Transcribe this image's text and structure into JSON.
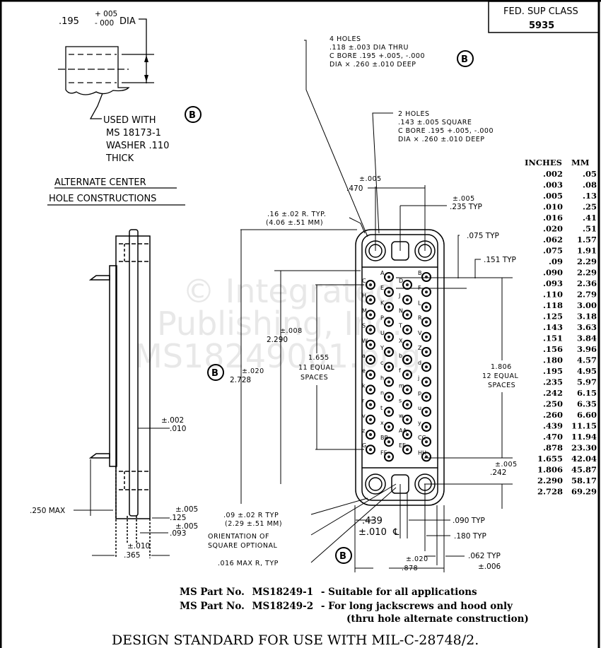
{
  "title_block": {
    "label": "FED. SUP CLASS",
    "value": "5935"
  },
  "watermark": {
    "line1": "© Integrated",
    "line2": "Publishing, Inc.",
    "line3": "MS18249001.png"
  },
  "alternate_detail": {
    "dia_value": ".195",
    "dia_plus": "+ 005",
    "dia_minus": "- 000",
    "dia_suffix": "DIA",
    "note_lines": [
      "USED WITH",
      "MS 18173-1",
      "WASHER .110",
      "THICK"
    ],
    "revision_marker": "B",
    "heading_line1": "ALTERNATE CENTER",
    "heading_line2": "HOLE CONSTRUCTIONS"
  },
  "callouts": {
    "four_holes": [
      "4 HOLES",
      ".118 ±.003 DIA THRU",
      "C BORE .195 +.005, -.000",
      "DIA × .260 ±.010 DEEP"
    ],
    "four_holes_rev": "B",
    "two_holes": [
      "2 HOLES",
      ".143 ±.005 SQUARE",
      "C BORE .195 +.005, -.000",
      "DIA × .260 ±.010 DEEP"
    ],
    "corner_radius": [
      ".16 ±.02 R. TYP.",
      "(4.06 ±.51 MM)"
    ],
    "dim_470_tol": "±.005",
    "dim_470": ".470",
    "dim_235_tol": "±.005",
    "dim_235": ".235 TYP",
    "dim_075": ".075 TYP",
    "dim_151": ".151 TYP",
    "dim_2290_tol": "±.008",
    "dim_2290": "2.290",
    "dim_2728_tol": "±.020",
    "dim_2728": "2.728",
    "dim_2728_rev": "B",
    "dim_1655": [
      "1.655",
      "11 EQUAL",
      "SPACES"
    ],
    "dim_1806": [
      "1.806",
      "12 EQUAL",
      "SPACES"
    ],
    "dim_242_tol": "±.005",
    "dim_242": ".242",
    "small_radius": [
      ".09 ±.02 R TYP",
      "(2.29 ±.51 MM)"
    ],
    "orientation_note": [
      "ORIENTATION OF",
      "SQUARE OPTIONAL"
    ],
    "max_radius": ".016 MAX R, TYP",
    "dim_439": ".439",
    "dim_439_tol": "±.010",
    "centerline_symbol": "℄",
    "dim_090": ".090 TYP",
    "dim_180": ".180 TYP",
    "dim_878_tol": "±.020",
    "dim_878": ".878",
    "dim_062": ".062 TYP",
    "dim_062_tol": "±.006",
    "bottom_rev": "B"
  },
  "side_view": {
    "dim_010_tol": "±.002",
    "dim_010": ".010",
    "dim_250": ".250 MAX",
    "dim_125_tol": "±.005",
    "dim_125": ".125",
    "dim_093_tol": "±.005",
    "dim_093": ".093",
    "dim_365_tol": "±.010",
    "dim_365": ".365"
  },
  "contact_labels": {
    "col_left": [
      "C",
      "H",
      "M",
      "S",
      "W",
      "a",
      "e",
      "k",
      "r",
      "v",
      "z",
      "G"
    ],
    "col_mid_a": [
      "A",
      "E",
      "K",
      "P",
      "U",
      "Y",
      "c",
      "h",
      "n",
      "t",
      "x",
      "BB",
      "FF"
    ],
    "col_mid_b": [
      "D",
      "J",
      "N",
      "T",
      "X",
      "b",
      "f",
      "m",
      "s",
      "w",
      "AA",
      "EE"
    ],
    "col_right": [
      "B",
      "F",
      "L",
      "R",
      "V",
      "Z",
      "d",
      "j",
      "p",
      "u",
      "y",
      "CC",
      "HH"
    ]
  },
  "conversion_table": {
    "headers": [
      "INCHES",
      "MM"
    ],
    "rows": [
      [
        ".002",
        ".05"
      ],
      [
        ".003",
        ".08"
      ],
      [
        ".005",
        ".13"
      ],
      [
        ".010",
        ".25"
      ],
      [
        ".016",
        ".41"
      ],
      [
        ".020",
        ".51"
      ],
      [
        ".062",
        "1.57"
      ],
      [
        ".075",
        "1.91"
      ],
      [
        ".09",
        "2.29"
      ],
      [
        ".090",
        "2.29"
      ],
      [
        ".093",
        "2.36"
      ],
      [
        ".110",
        "2.79"
      ],
      [
        ".118",
        "3.00"
      ],
      [
        ".125",
        "3.18"
      ],
      [
        ".143",
        "3.63"
      ],
      [
        ".151",
        "3.84"
      ],
      [
        ".156",
        "3.96"
      ],
      [
        ".180",
        "4.57"
      ],
      [
        ".195",
        "4.95"
      ],
      [
        ".235",
        "5.97"
      ],
      [
        ".242",
        "6.15"
      ],
      [
        ".250",
        "6.35"
      ],
      [
        ".260",
        "6.60"
      ],
      [
        ".439",
        "11.15"
      ],
      [
        ".470",
        "11.94"
      ],
      [
        ".878",
        "23.30"
      ],
      [
        "1.655",
        "42.04"
      ],
      [
        "1.806",
        "45.87"
      ],
      [
        "2.290",
        "58.17"
      ],
      [
        "2.728",
        "69.29"
      ]
    ]
  },
  "part_notes": [
    {
      "label": "MS Part No.",
      "part": "MS18249-1",
      "desc": "- Suitable for all applications"
    },
    {
      "label": "MS Part No.",
      "part": "MS18249-2",
      "desc": "- For long jackscrews and hood only"
    },
    {
      "label": "",
      "part": "",
      "desc": "(thru hole alternate construction)"
    }
  ],
  "footer_title": "DESIGN STANDARD FOR USE WITH MIL-C-28748/2."
}
